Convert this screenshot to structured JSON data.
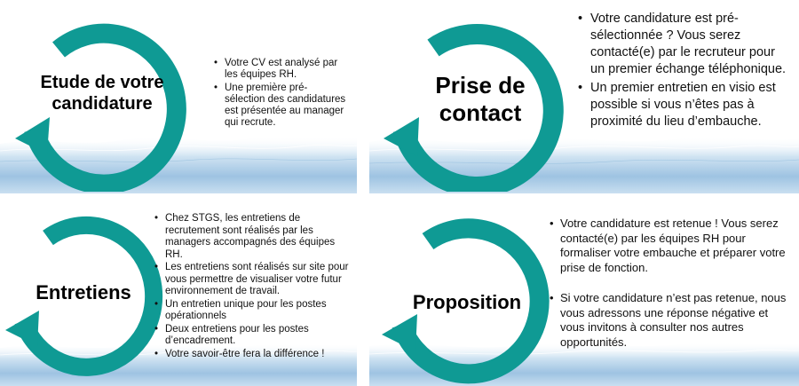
{
  "accent_color": "#0f9a94",
  "icons": {
    "ring": "circular-arrow-icon",
    "water": "water-splash-image"
  },
  "panels": [
    {
      "title": "Etude de votre candidature",
      "bullets": [
        "Votre CV est analysé par les équipes RH.",
        "Une première pré-sélection des candidatures est présentée au manager qui recrute."
      ]
    },
    {
      "title": "Prise de contact",
      "bullets": [
        "Votre candidature est pré-sélectionnée ? Vous serez contacté(e) par le recruteur pour un premier échange téléphonique.",
        "Un premier entretien en visio est possible si vous n’êtes pas à proximité du lieu d’embauche."
      ]
    },
    {
      "title": "Entretiens",
      "bullets": [
        "Chez STGS, les entretiens de recrutement sont réalisés par les managers accompagnés des équipes RH.",
        "Les entretiens sont réalisés sur site pour vous permettre de visualiser votre futur environnement de travail.",
        "Un entretien unique pour les postes opérationnels",
        "Deux entretiens pour les postes d’encadrement.",
        "Votre savoir-être fera la différence !"
      ]
    },
    {
      "title": "Proposition",
      "bullets": [
        "Votre candidature est retenue ! Vous serez contacté(e) par les équipes RH pour formaliser votre embauche et préparer votre prise de fonction.",
        "Si votre candidature n’est pas retenue, nous vous adressons une réponse négative et vous invitons à consulter nos autres opportunités."
      ]
    }
  ]
}
